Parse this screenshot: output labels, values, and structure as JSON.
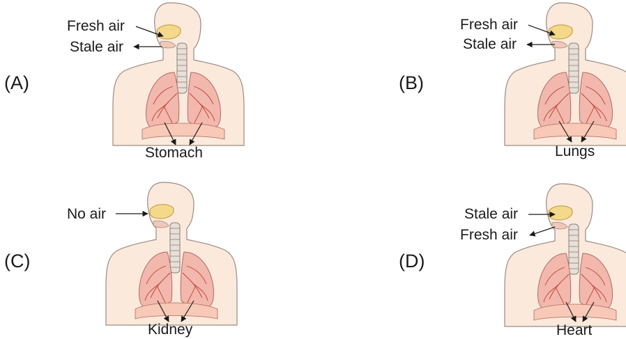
{
  "options": [
    {
      "letter": "(A)",
      "top_left": "Fresh air",
      "top_right": "",
      "second_left": "Stale air",
      "bottom": "Stomach"
    },
    {
      "letter": "(B)",
      "top_left": "Fresh air",
      "second_left": "Stale air",
      "bottom": "Lungs"
    },
    {
      "letter": "(C)",
      "top_left": "No air",
      "second_left": "",
      "bottom": "Kidney"
    },
    {
      "letter": "(D)",
      "top_left": "Stale air",
      "second_left": "Fresh air",
      "bottom": "Heart"
    }
  ],
  "colors": {
    "skin": "#fbe9dc",
    "skin_outline": "#9a8a80",
    "lung": "#f2b8ad",
    "lung_vein": "#c0392b",
    "nasal": "#f5d98a",
    "trachea": "#e8e0d8",
    "diaphragm": "#f7c9b6",
    "arrow": "#1a1a1a"
  }
}
